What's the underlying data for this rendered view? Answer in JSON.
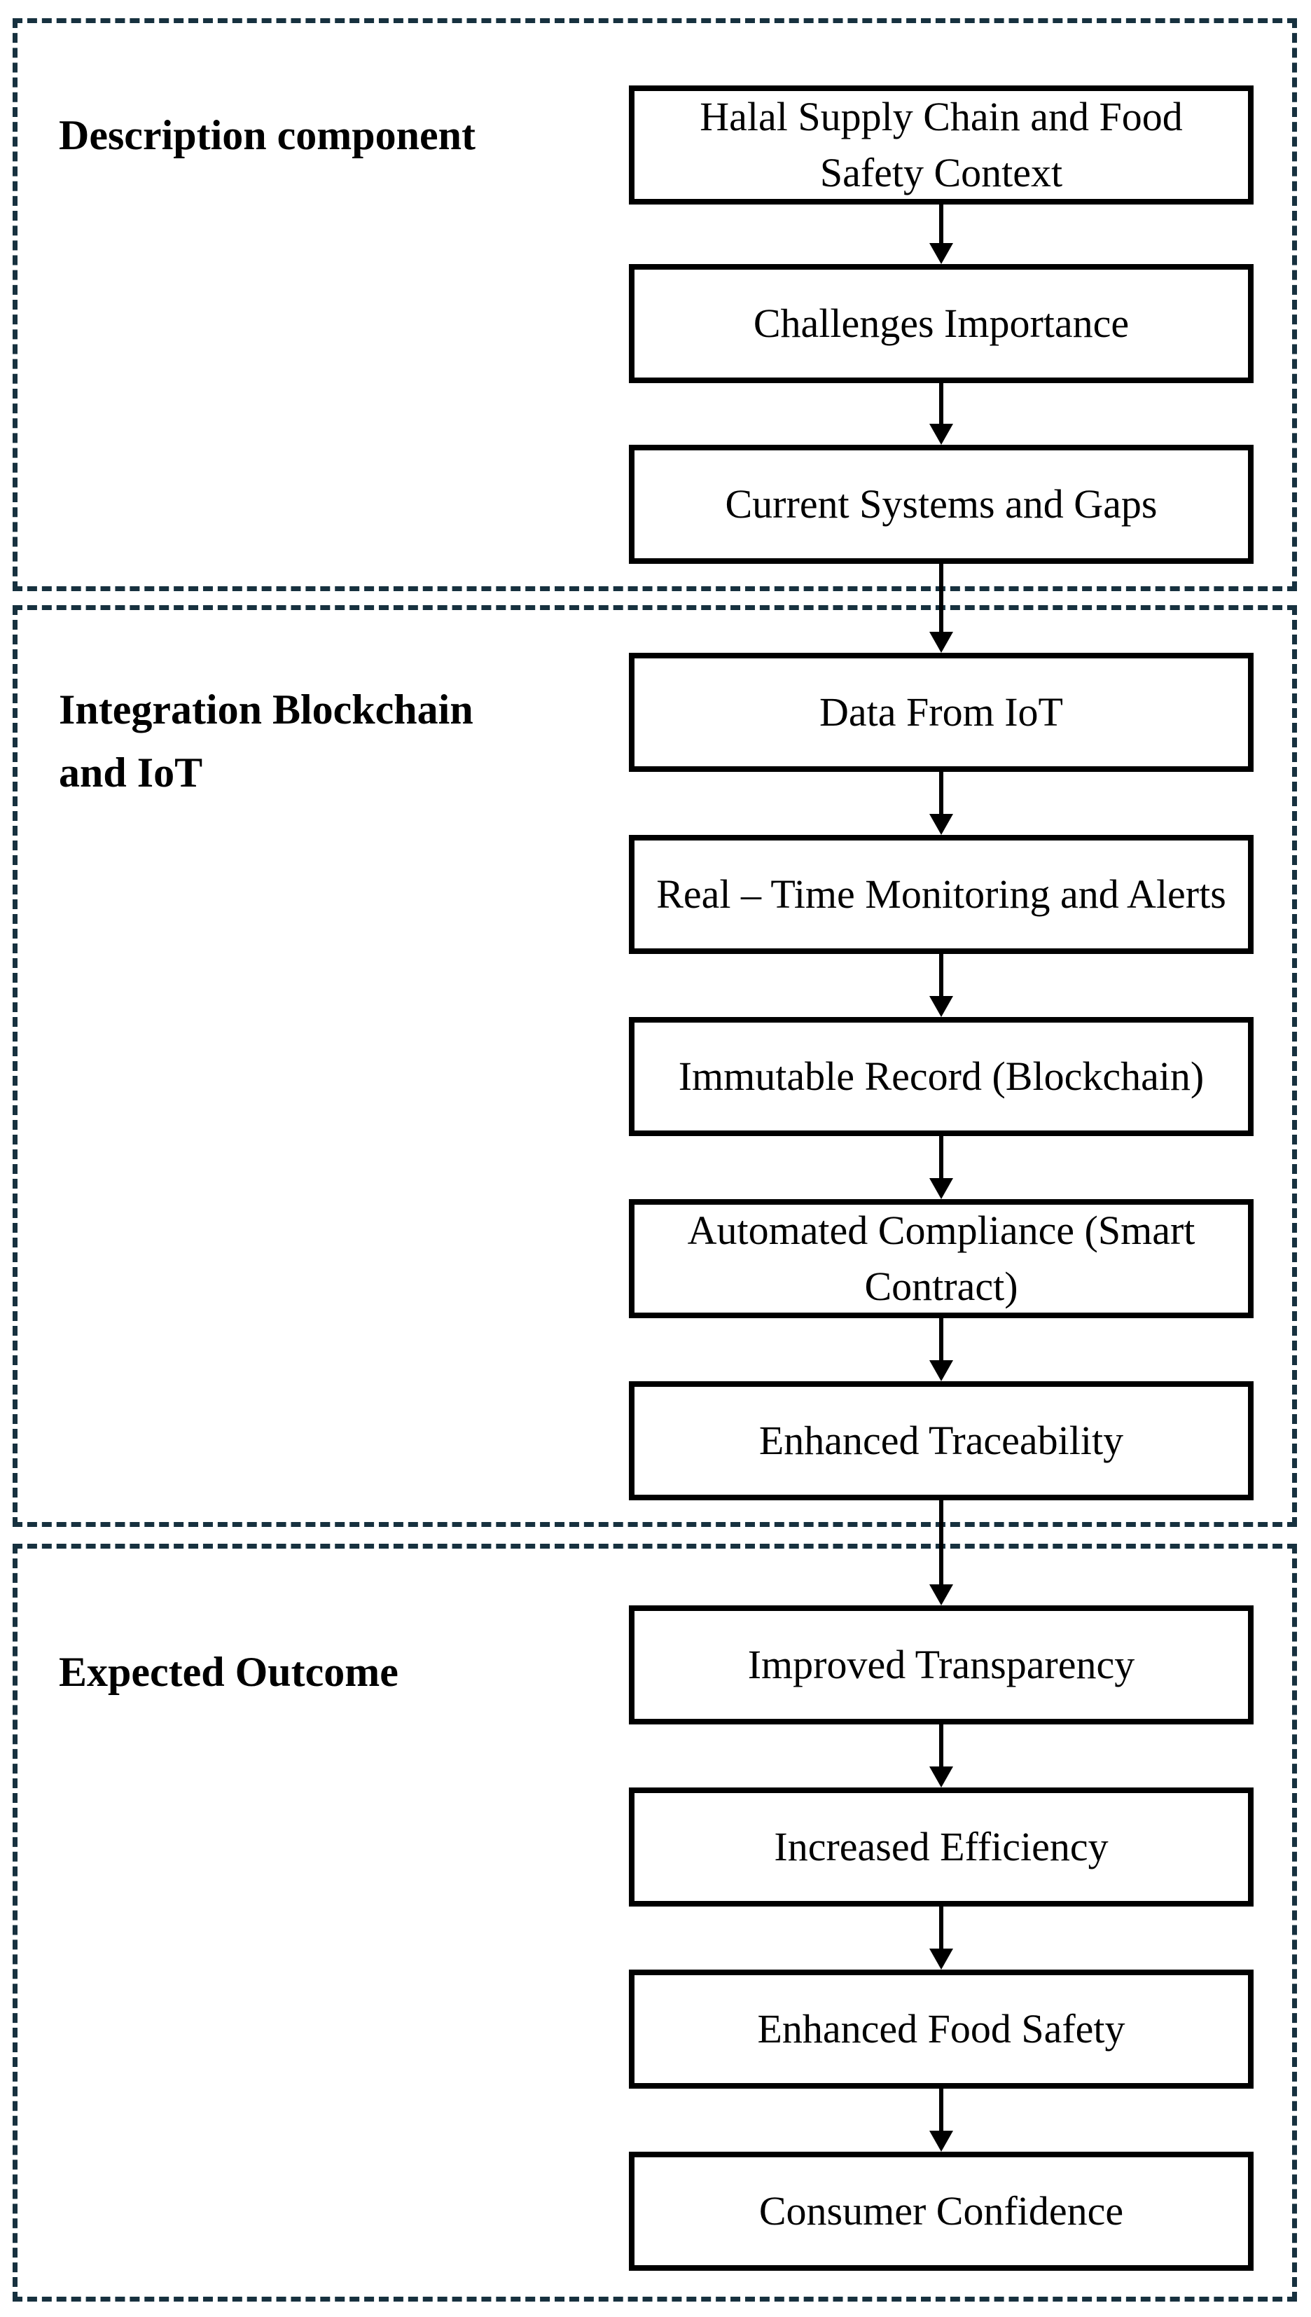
{
  "diagram": {
    "title": "Halal supply chain blockchain-IoT framework flowchart",
    "colors": {
      "dashed_section_border": "#17313f",
      "box_border": "#000000",
      "text": "#000000",
      "background": "#ffffff"
    },
    "sections": [
      {
        "label": "Description component",
        "boxes": [
          "Halal Supply Chain and Food Safety Context",
          "Challenges Importance",
          "Current Systems and Gaps"
        ]
      },
      {
        "label": "Integration Blockchain\nand IoT",
        "boxes": [
          "Data From IoT",
          "Real – Time Monitoring and Alerts",
          "Immutable Record (Blockchain)",
          "Automated Compliance (Smart Contract)",
          "Enhanced Traceability"
        ]
      },
      {
        "label": "Expected Outcome",
        "boxes": [
          "Improved Transparency",
          "Increased Efficiency",
          "Enhanced Food Safety",
          "Consumer Confidence"
        ]
      }
    ]
  }
}
